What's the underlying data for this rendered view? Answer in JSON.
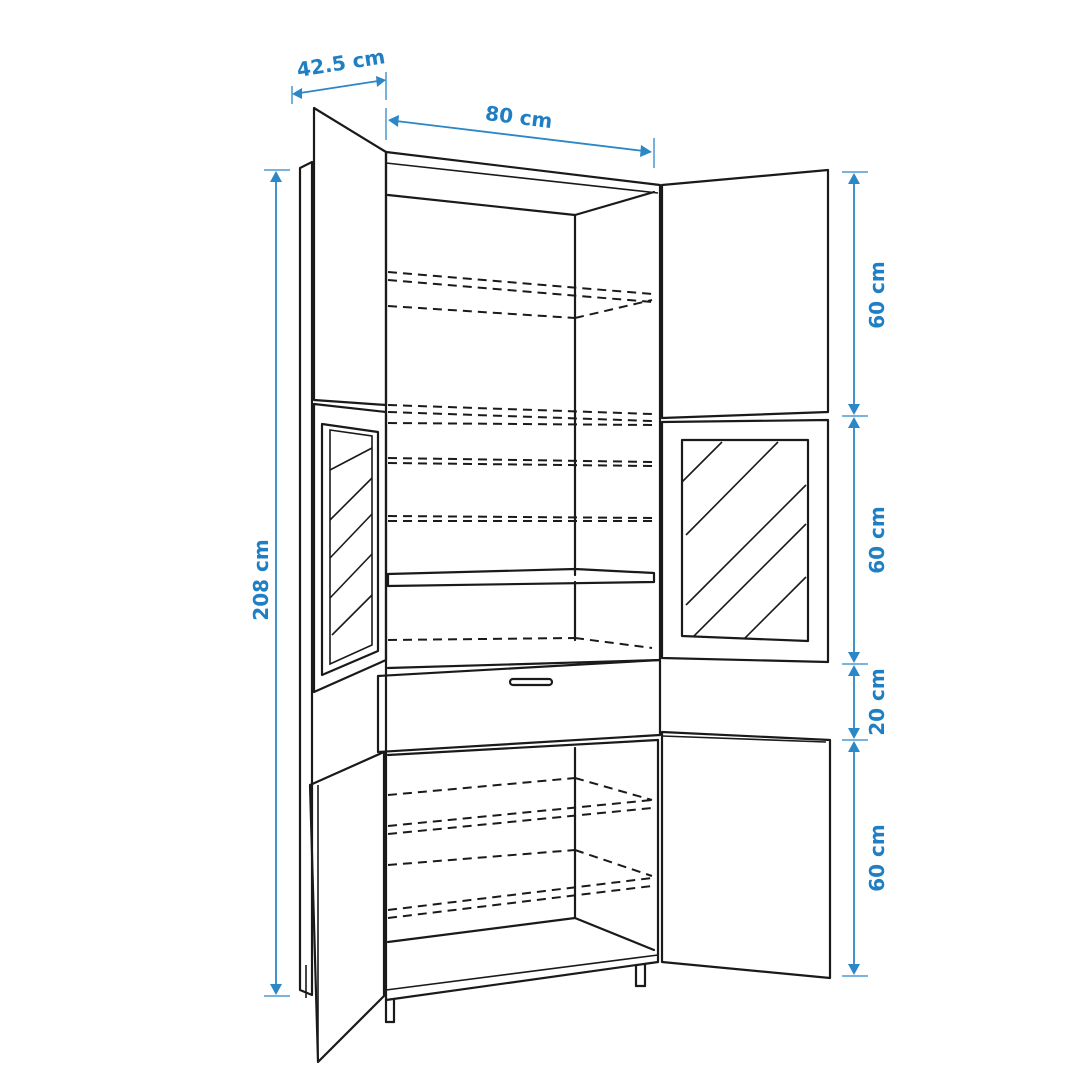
{
  "dimensions": {
    "depth": "42.5 cm",
    "width": "80 cm",
    "height": "208 cm",
    "section_top": "60 cm",
    "section_glass": "60 cm",
    "section_drawer": "20 cm",
    "section_bottom": "60 cm"
  },
  "colors": {
    "dimension": "#1f7fc4",
    "outline": "#1a1a1a",
    "background": "#ffffff"
  }
}
